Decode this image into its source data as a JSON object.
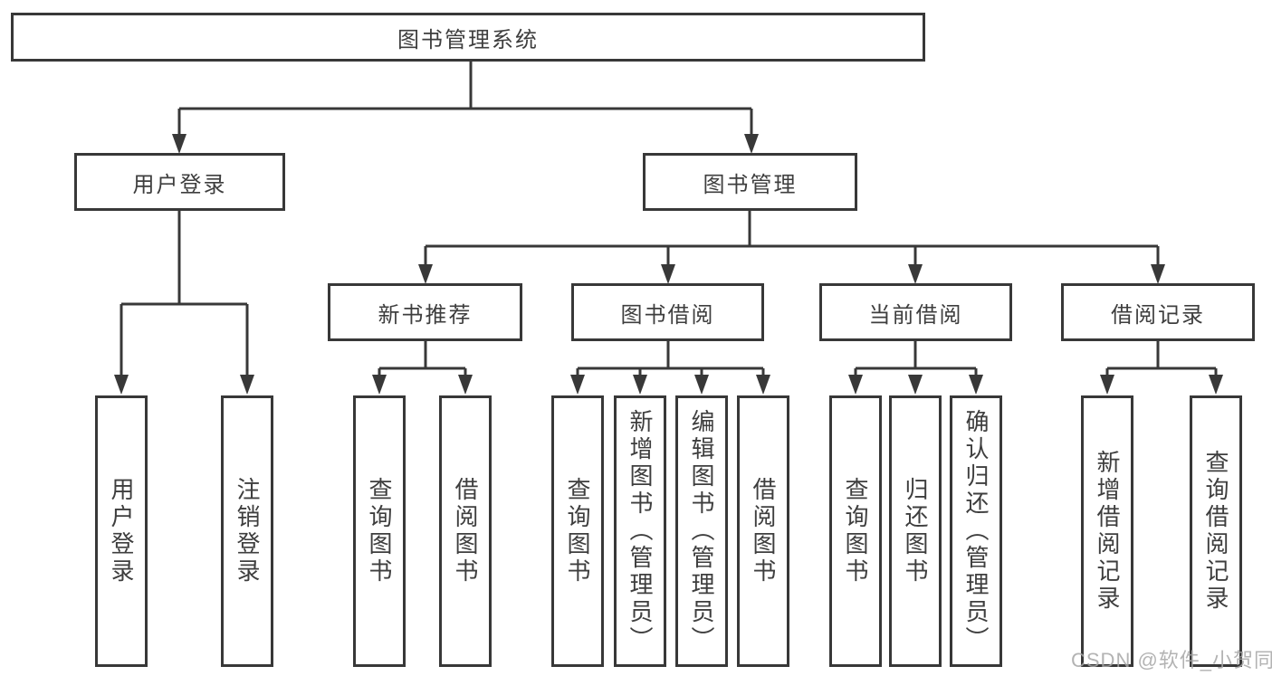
{
  "diagram": {
    "root": {
      "label": "图书管理系统"
    },
    "children": [
      {
        "label": "用户登录",
        "children": [
          {
            "label": "用户登录"
          },
          {
            "label": "注销登录"
          }
        ]
      },
      {
        "label": "图书管理",
        "children": [
          {
            "label": "新书推荐",
            "children": [
              {
                "label": "查询图书"
              },
              {
                "label": "借阅图书"
              }
            ]
          },
          {
            "label": "图书借阅",
            "children": [
              {
                "label": "查询图书"
              },
              {
                "label": "新增图书（管理员）"
              },
              {
                "label": "编辑图书（管理员）"
              },
              {
                "label": "借阅图书"
              }
            ]
          },
          {
            "label": "当前借阅",
            "children": [
              {
                "label": "查询图书"
              },
              {
                "label": "归还图书"
              },
              {
                "label": "确认归还（管理员）"
              }
            ]
          },
          {
            "label": "借阅记录",
            "children": [
              {
                "label": "新增借阅记录"
              },
              {
                "label": "查询借阅记录"
              }
            ]
          }
        ]
      }
    ]
  },
  "watermark": {
    "text": "CSDN @软件_小贺同学"
  },
  "colors": {
    "line": "#383838",
    "text": "#3e3e3e",
    "background": "#ffffff",
    "watermark": "#a6a6a6"
  }
}
